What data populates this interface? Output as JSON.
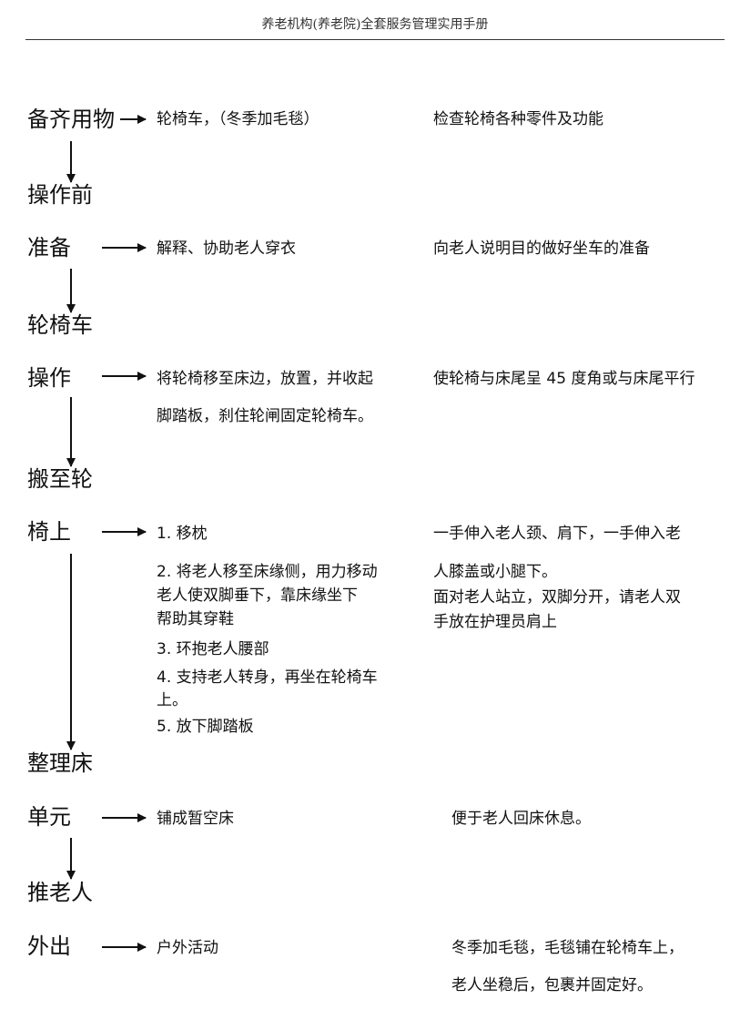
{
  "header": {
    "title": "养老机构(养老院)全套服务管理实用手册"
  },
  "steps": {
    "s1": {
      "label": "备齐用物",
      "action": "轮椅车，（冬季加毛毯）",
      "note": "检查轮椅各种零件及功能"
    },
    "s2": {
      "label_a": "操作前",
      "label_b": "准备",
      "action": "解释、协助老人穿衣",
      "note": "向老人说明目的做好坐车的准备"
    },
    "s3": {
      "label_a": "轮椅车",
      "label_b": "操作",
      "action_1": "将轮椅移至床边，放置，并收起",
      "action_2": "脚踏板，刹住轮闸固定轮椅车。",
      "note": "使轮椅与床尾呈 45 度角或与床尾平行"
    },
    "s4": {
      "label_a": "搬至轮",
      "label_b": "椅上",
      "items": [
        "1. 移枕",
        "2. 将老人移至床缘侧，用力移动",
        "老人使双脚垂下，靠床缘坐下",
        "帮助其穿鞋",
        "3. 环抱老人腰部",
        "4. 支持老人转身，再坐在轮椅车",
        "上。",
        "5. 放下脚踏板"
      ],
      "notes": [
        "一手伸入老人颈、肩下，一手伸入老",
        "人膝盖或小腿下。",
        "面对老人站立，双脚分开，请老人双",
        "手放在护理员肩上"
      ]
    },
    "s5": {
      "label_a": "整理床",
      "label_b": "单元",
      "action": "铺成暂空床",
      "note": "便于老人回床休息。"
    },
    "s6": {
      "label_a": "推老人",
      "label_b": "外出",
      "action": "户外活动",
      "note_1": "冬季加毛毯，毛毯铺在轮椅车上，",
      "note_2": "老人坐稳后，包裹并固定好。"
    }
  }
}
